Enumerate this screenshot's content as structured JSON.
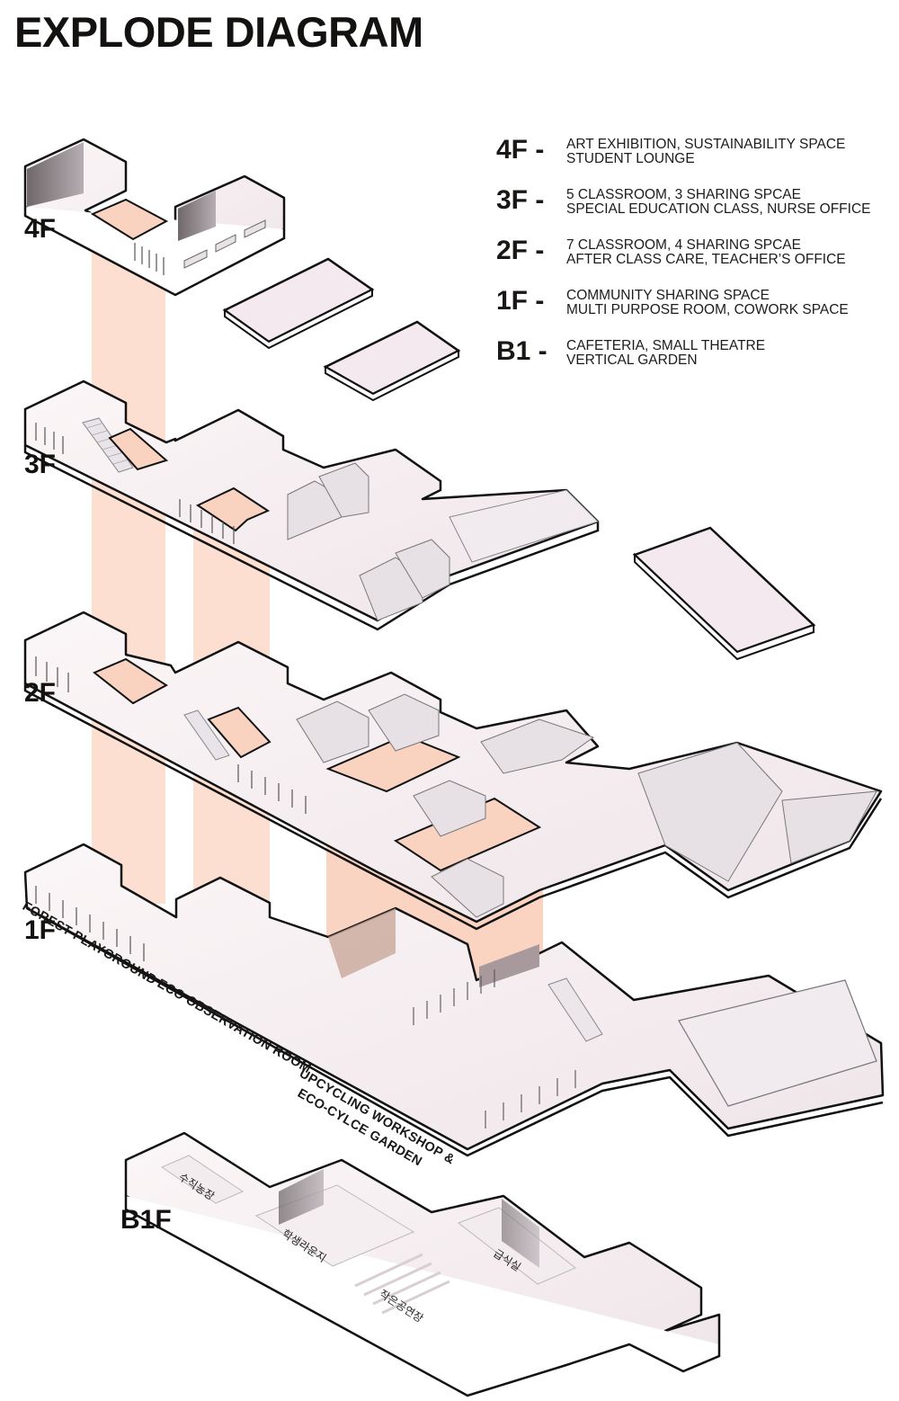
{
  "title": "EXPLODE DIAGRAM",
  "legend": [
    {
      "floor": "4F -",
      "lines": [
        "ART EXHIBITION, SUSTAINABILITY SPACE",
        "STUDENT LOUNGE"
      ]
    },
    {
      "floor": "3F -",
      "lines": [
        "5 CLASSROOM, 3 SHARING SPCAE",
        "SPECIAL EDUCATION CLASS, NURSE OFFICE"
      ]
    },
    {
      "floor": "2F -",
      "lines": [
        "7 CLASSROOM, 4 SHARING SPCAE",
        "AFTER CLASS CARE, TEACHER’S OFFICE"
      ]
    },
    {
      "floor": "1F -",
      "lines": [
        "COMMUNITY SHARING SPACE",
        "MULTI PURPOSE ROOM, COWORK SPACE"
      ]
    },
    {
      "floor": "B1 -",
      "lines": [
        "CAFETERIA, SMALL THEATRE",
        "VERTICAL GARDEN"
      ]
    }
  ],
  "floor_labels": {
    "f4": "4F",
    "f3": "3F",
    "f2": "2F",
    "f1": "1F",
    "b1": "B1F"
  },
  "room_labels_1f": {
    "forest": "FOREST PLAYGROUND",
    "eco_obs": "ECO OBSERVATION ROOM",
    "upcycling": "UPCYCLING WORKSHOP &",
    "garden": "ECO-CYLCE GARDEN"
  },
  "room_labels_b1": {
    "vertical_farm": "수직농장",
    "student_lounge": "학생라운지",
    "small_theatre": "작은공연장",
    "cafeteria": "급식실"
  },
  "colors": {
    "void_shaft": "#fbd9c9",
    "void_floor": "#fad3c0",
    "slab": "#f6eef0",
    "slab_side": "#ffffff",
    "outline": "#111111",
    "wall_shadow": "#cfc6cc",
    "dark_wall": "#8d8589"
  }
}
